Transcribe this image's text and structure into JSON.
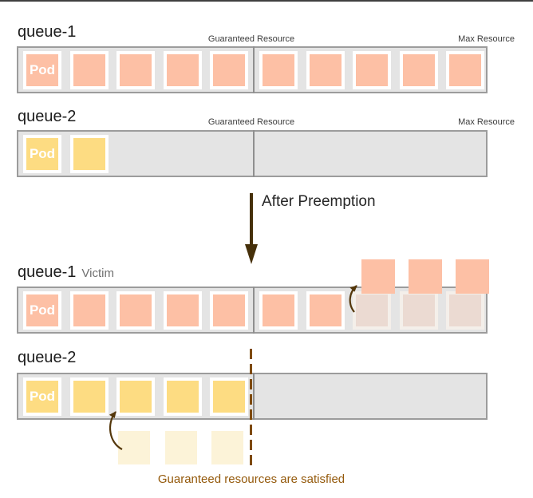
{
  "colors": {
    "salmon": "#FDC0A5",
    "salmon_faded": "#EBDAD2",
    "yellow": "#FDDC82",
    "yellow_faded": "#FCF3D8",
    "bar_bg": "#E4E4E4",
    "bar_border": "#9C9C9C",
    "divider": "#8F8F8F",
    "arrow_dark": "#46300A",
    "arrow_curved": "#54370B",
    "dashed_line": "#7E4A05",
    "caption_text": "#94590B",
    "label_text": "#1C1C1C",
    "resource_label_text": "#3C3C3C",
    "victim_text": "#6F6F6F",
    "pod_text": "#FFFFFF"
  },
  "labels": {
    "guaranteed_resource": "Guaranteed Resource",
    "max_resource": "Max Resource",
    "after_preemption": "After Preemption",
    "caption": "Guaranteed resources are satisfied"
  },
  "before": {
    "queue1": {
      "name": "queue-1",
      "palette": "salmon",
      "pods": [
        {
          "label": "Pod"
        },
        {},
        {},
        {},
        {},
        {},
        {},
        {},
        {},
        {}
      ]
    },
    "queue2": {
      "name": "queue-2",
      "palette": "yellow",
      "pods": [
        {
          "label": "Pod"
        },
        {}
      ]
    }
  },
  "after": {
    "queue1": {
      "name": "queue-1",
      "tag": "Victim",
      "palette": "salmon",
      "pods": [
        {
          "label": "Pod"
        },
        {},
        {},
        {},
        {},
        {},
        {},
        {
          "faded": true
        },
        {
          "faded": true
        },
        {
          "faded": true
        }
      ],
      "evicted_count": 3
    },
    "queue2": {
      "name": "queue-2",
      "palette": "yellow",
      "pods": [
        {
          "label": "Pod"
        },
        {},
        {},
        {},
        {}
      ],
      "ghost_count": 3
    }
  }
}
